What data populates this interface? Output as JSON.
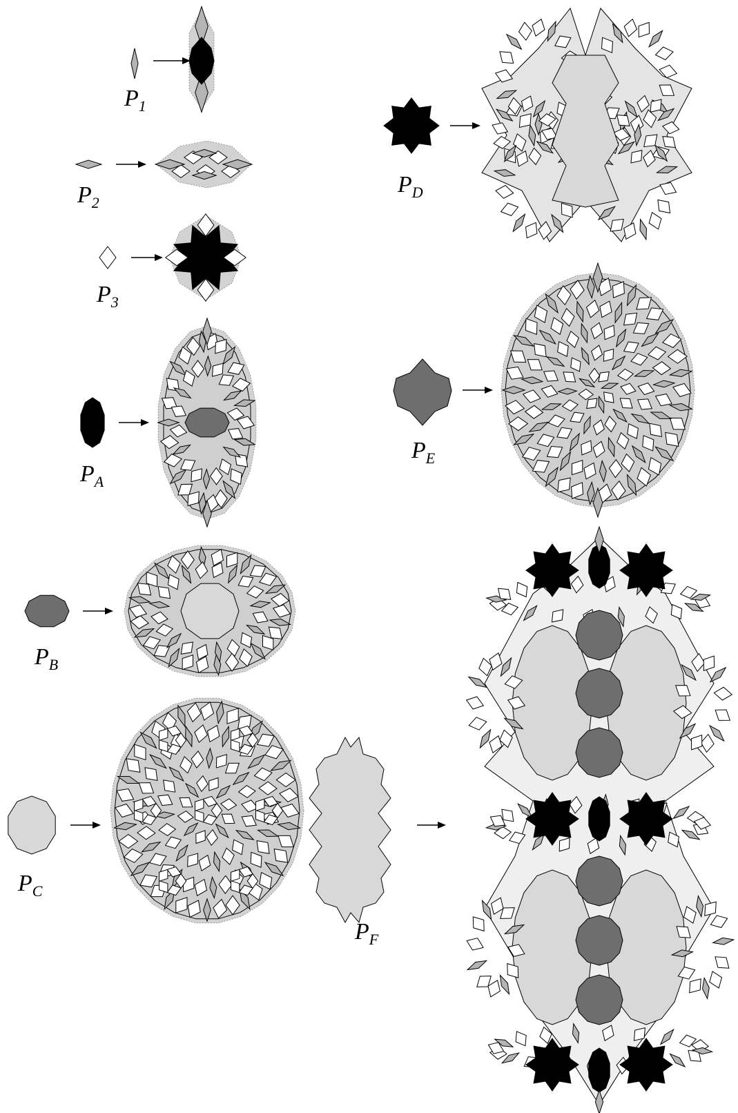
{
  "colors": {
    "thin_rhomb": "#b4b4b4",
    "thick_rhomb": "#ffffff",
    "halo": "#d2d2d2",
    "P_A_fill": "#000000",
    "P_B_fill": "#6e6e6e",
    "P_C_fill": "#d8d8d8",
    "P_D_fill": "#000000",
    "P_E_fill": "#6e6e6e",
    "P_F_fill": "#d8d8d8",
    "stroke": "#000000"
  },
  "labels": {
    "p1": {
      "main": "P",
      "sub": "1"
    },
    "p2": {
      "main": "P",
      "sub": "2"
    },
    "p3": {
      "main": "P",
      "sub": "3"
    },
    "pa": {
      "main": "P",
      "sub": "A"
    },
    "pb": {
      "main": "P",
      "sub": "B"
    },
    "pc": {
      "main": "P",
      "sub": "C"
    },
    "pd": {
      "main": "P",
      "sub": "D"
    },
    "pe": {
      "main": "P",
      "sub": "E"
    },
    "pf": {
      "main": "P",
      "sub": "F"
    }
  },
  "icons": [
    "arrow-right-icon",
    "thin-rhomb-icon",
    "thick-rhomb-icon",
    "penrose-patch-icon"
  ]
}
